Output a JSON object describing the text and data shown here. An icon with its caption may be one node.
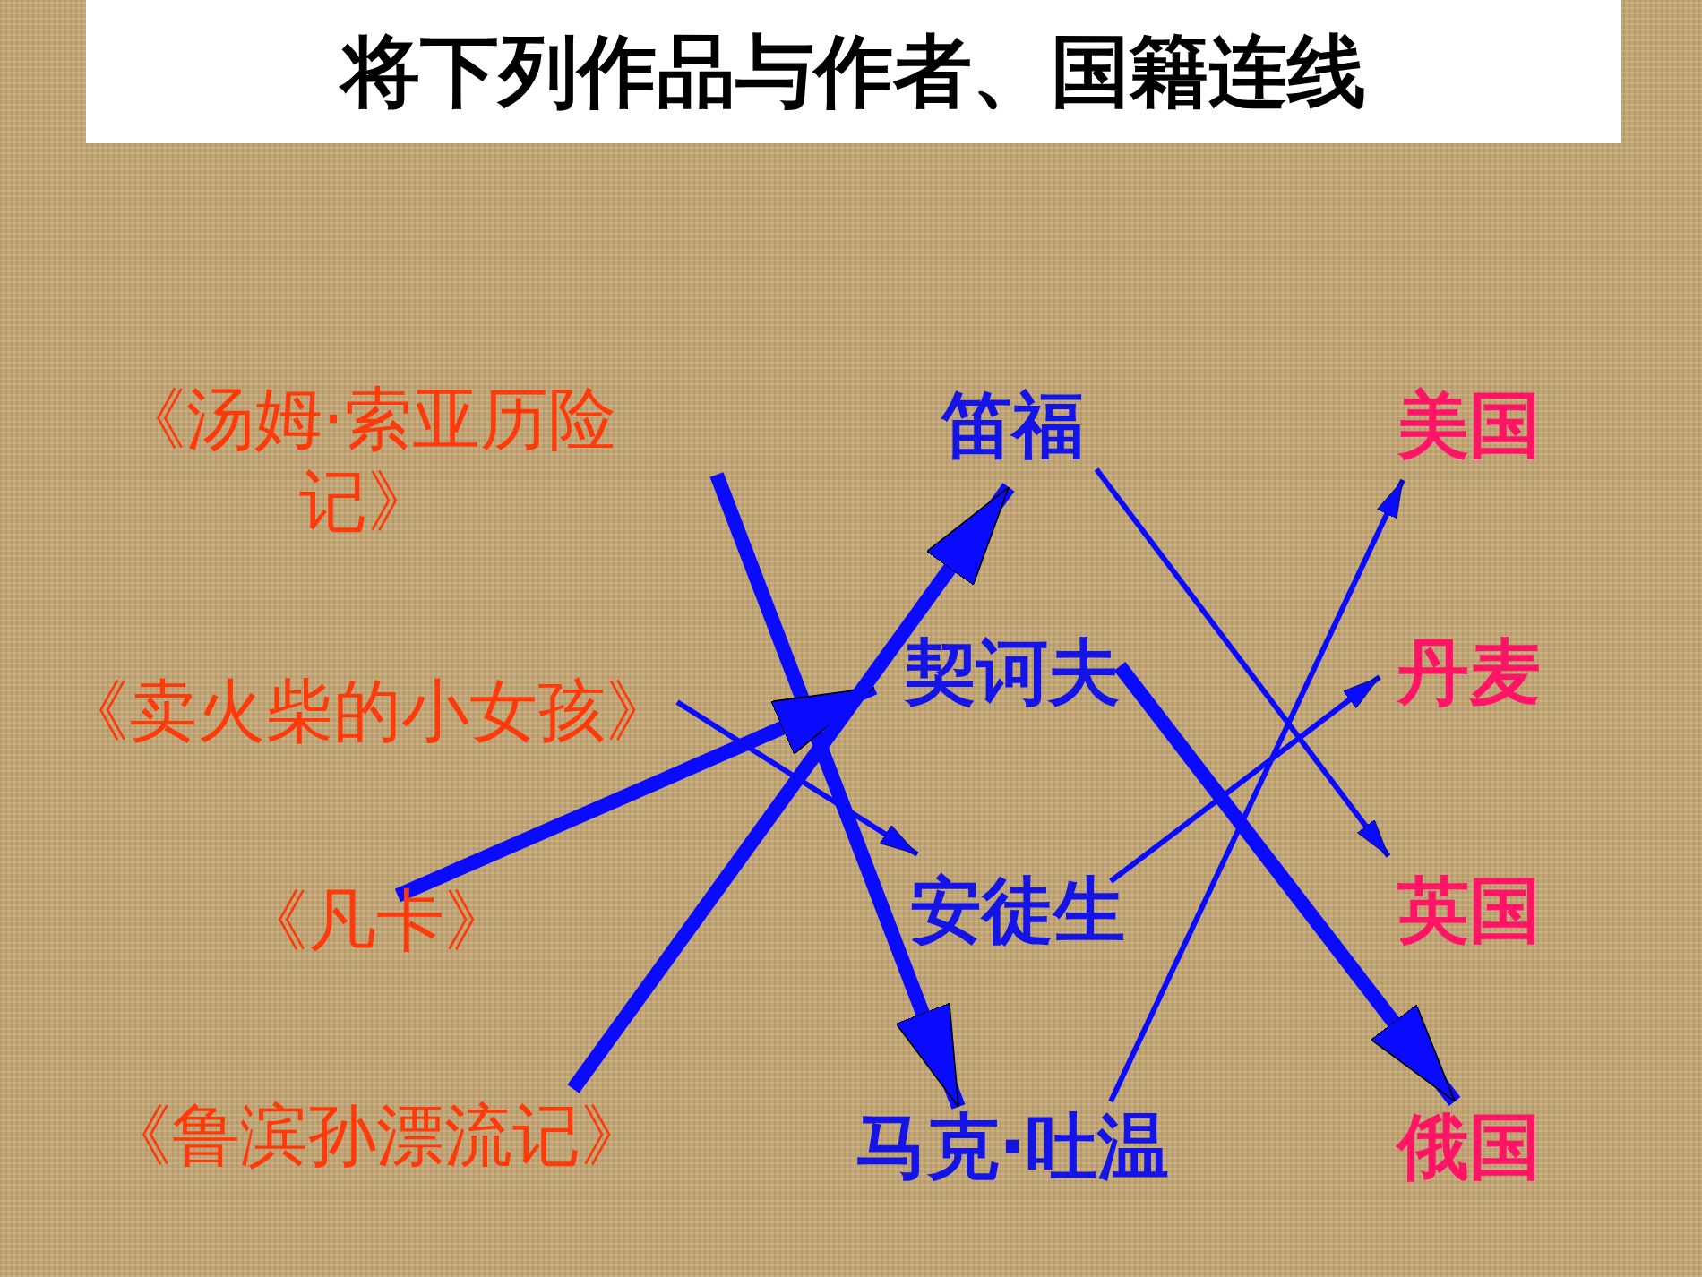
{
  "diagram": {
    "title": "将下列作品与作者、国籍连线",
    "nodes": [
      {
        "text": [
          "《汤姆·索亚历险记》"
        ]
      },
      {
        "text": [
          "《卖火柴的小女孩》"
        ]
      },
      {
        "text": [
          "《凡卡》"
        ]
      },
      {
        "text": [
          "《鲁滨孙漂流记》"
        ]
      },
      {
        "text": [
          "笛福"
        ]
      },
      {
        "text": [
          "契诃夫"
        ]
      },
      {
        "text": [
          "安徒生"
        ]
      },
      {
        "text": [
          "马克·吐温"
        ]
      },
      {
        "text": [
          "美国"
        ]
      },
      {
        "text": [
          "丹麦"
        ]
      },
      {
        "text": [
          "英国"
        ]
      },
      {
        "text": [
          "俄国"
        ]
      }
    ],
    "edges": [
      {
        "from": 0,
        "to": 7,
        "arrow": "to",
        "style": "thick"
      },
      {
        "from": 1,
        "to": 6,
        "arrow": "to"
      },
      {
        "from": 2,
        "to": 5,
        "arrow": "to",
        "style": "thick"
      },
      {
        "from": 3,
        "to": 4,
        "arrow": "to",
        "style": "thick"
      },
      {
        "from": 5,
        "to": 11,
        "arrow": "to",
        "style": "thick"
      },
      {
        "from": 4,
        "to": 10,
        "arrow": "to"
      },
      {
        "from": 6,
        "to": 9,
        "arrow": "to"
      },
      {
        "from": 7,
        "to": 8,
        "arrow": "to"
      }
    ]
  }
}
